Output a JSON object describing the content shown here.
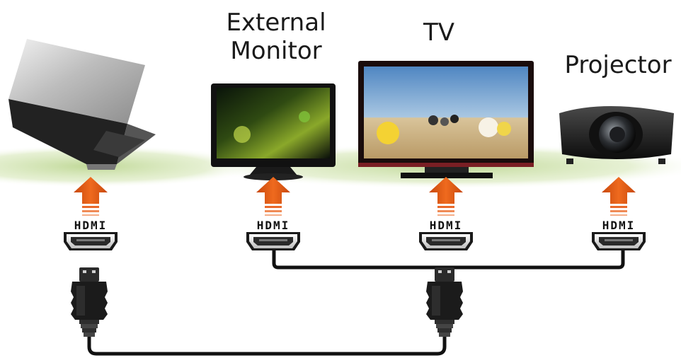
{
  "labels": {
    "external_line1": "External",
    "external_line2": "Monitor",
    "tv": "TV",
    "projector": "Projector"
  },
  "ports": {
    "logo_text": "HDMI"
  },
  "colors": {
    "arrow": "#e05a12",
    "ground": "#b9d48c",
    "cable": "#111111",
    "connector": "#1b1b1b"
  },
  "icons": {
    "laptop": "laptop-icon",
    "monitor": "monitor-icon",
    "tv": "tv-icon",
    "projector": "projector-icon",
    "arrow": "arrow-up-icon",
    "port": "hdmi-port-icon",
    "plug": "hdmi-plug-icon"
  }
}
